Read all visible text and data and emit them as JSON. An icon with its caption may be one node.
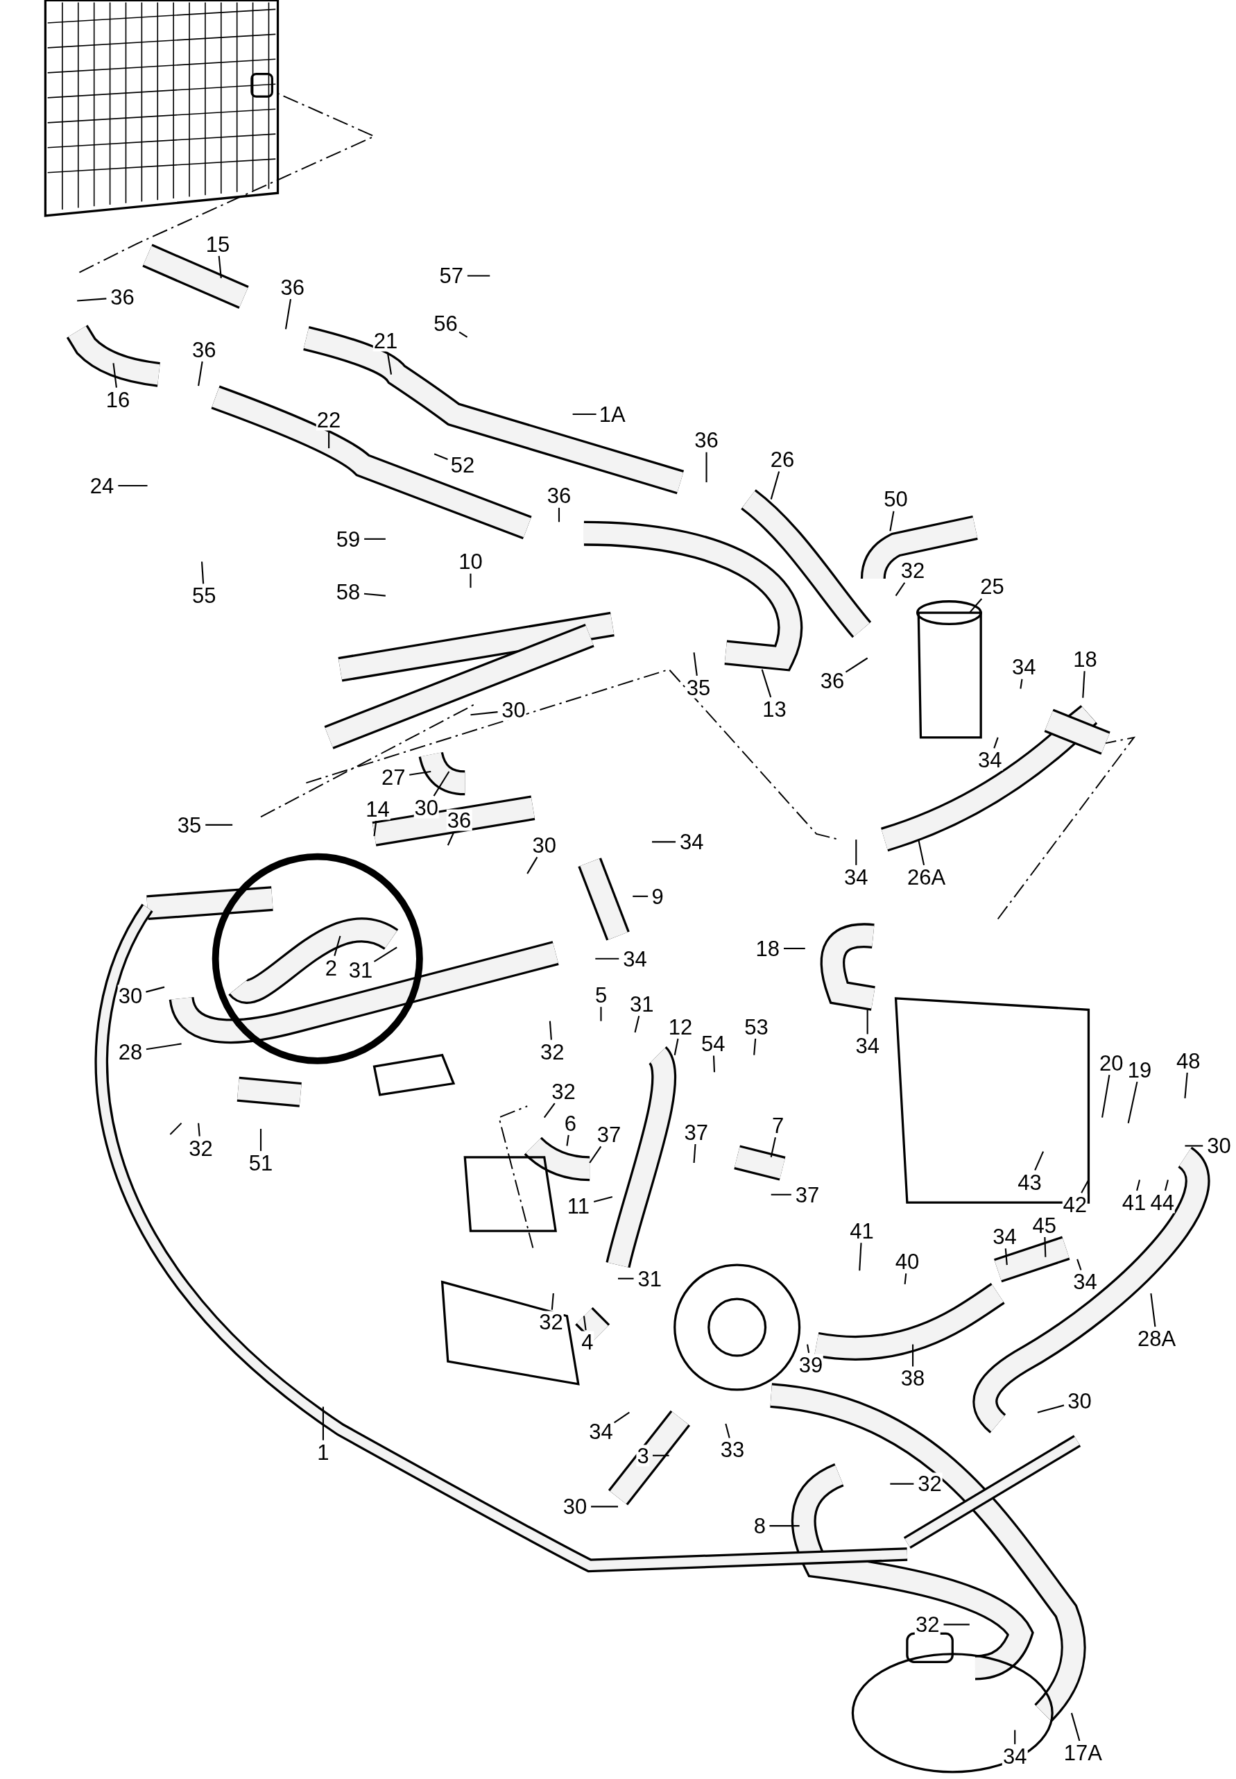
{
  "diagram": {
    "nodes": [
      {
        "text": [
          "15"
        ]
      },
      {
        "text": [
          "36"
        ]
      },
      {
        "text": [
          "36"
        ]
      },
      {
        "text": [
          "57"
        ]
      },
      {
        "text": [
          "21"
        ]
      },
      {
        "text": [
          "56"
        ]
      },
      {
        "text": [
          "36"
        ]
      },
      {
        "text": [
          "16"
        ]
      },
      {
        "text": [
          "1A"
        ]
      },
      {
        "text": [
          "22"
        ]
      },
      {
        "text": [
          "52"
        ]
      },
      {
        "text": [
          "36"
        ]
      },
      {
        "text": [
          "26"
        ]
      },
      {
        "text": [
          "24"
        ]
      },
      {
        "text": [
          "36"
        ]
      },
      {
        "text": [
          "50"
        ]
      },
      {
        "text": [
          "59"
        ]
      },
      {
        "text": [
          "10"
        ]
      },
      {
        "text": [
          "25"
        ]
      },
      {
        "text": [
          "32"
        ]
      },
      {
        "text": [
          "55"
        ]
      },
      {
        "text": [
          "58"
        ]
      },
      {
        "text": [
          "18"
        ]
      },
      {
        "text": [
          "34"
        ]
      },
      {
        "text": [
          "35"
        ]
      },
      {
        "text": [
          "36"
        ]
      },
      {
        "text": [
          "13"
        ]
      },
      {
        "text": [
          "30"
        ]
      },
      {
        "text": [
          "34"
        ]
      },
      {
        "text": [
          "27"
        ]
      },
      {
        "text": [
          "30"
        ]
      },
      {
        "text": [
          "35"
        ]
      },
      {
        "text": [
          "14"
        ]
      },
      {
        "text": [
          "36"
        ]
      },
      {
        "text": [
          "34"
        ]
      },
      {
        "text": [
          "34"
        ]
      },
      {
        "text": [
          "26A"
        ]
      },
      {
        "text": [
          "30"
        ]
      },
      {
        "text": [
          "9"
        ]
      },
      {
        "text": [
          "2"
        ]
      },
      {
        "text": [
          "31"
        ]
      },
      {
        "text": [
          "18"
        ]
      },
      {
        "text": [
          "34"
        ]
      },
      {
        "text": [
          "30"
        ]
      },
      {
        "text": [
          "5"
        ]
      },
      {
        "text": [
          "31"
        ]
      },
      {
        "text": [
          "12"
        ]
      },
      {
        "text": [
          "53"
        ]
      },
      {
        "text": [
          "28"
        ]
      },
      {
        "text": [
          "34"
        ]
      },
      {
        "text": [
          "32"
        ]
      },
      {
        "text": [
          "54"
        ]
      },
      {
        "text": [
          "20"
        ]
      },
      {
        "text": [
          "19"
        ]
      },
      {
        "text": [
          "48"
        ]
      },
      {
        "text": [
          "32"
        ]
      },
      {
        "text": [
          "6"
        ]
      },
      {
        "text": [
          "37"
        ]
      },
      {
        "text": [
          "37"
        ]
      },
      {
        "text": [
          "7"
        ]
      },
      {
        "text": [
          "30"
        ]
      },
      {
        "text": [
          "32"
        ]
      },
      {
        "text": [
          "51"
        ]
      },
      {
        "text": [
          "43"
        ]
      },
      {
        "text": [
          "42"
        ]
      },
      {
        "text": [
          "41"
        ]
      },
      {
        "text": [
          "44"
        ]
      },
      {
        "text": [
          "37"
        ]
      },
      {
        "text": [
          "11"
        ]
      },
      {
        "text": [
          "34"
        ]
      },
      {
        "text": [
          "45"
        ]
      },
      {
        "text": [
          "41"
        ]
      },
      {
        "text": [
          "40"
        ]
      },
      {
        "text": [
          "34"
        ]
      },
      {
        "text": [
          "31"
        ]
      },
      {
        "text": [
          "32"
        ]
      },
      {
        "text": [
          "4"
        ]
      },
      {
        "text": [
          "39"
        ]
      },
      {
        "text": [
          "38"
        ]
      },
      {
        "text": [
          "28A"
        ]
      },
      {
        "text": [
          "30"
        ]
      },
      {
        "text": [
          "34"
        ]
      },
      {
        "text": [
          "1"
        ]
      },
      {
        "text": [
          "33"
        ]
      },
      {
        "text": [
          "3"
        ]
      },
      {
        "text": [
          "32"
        ]
      },
      {
        "text": [
          "30"
        ]
      },
      {
        "text": [
          "8"
        ]
      },
      {
        "text": [
          "32"
        ]
      },
      {
        "text": [
          "17A"
        ]
      },
      {
        "text": [
          "34"
        ]
      }
    ],
    "edges": [
      {
        "from": 0,
        "to": null,
        "arrow": "none"
      },
      {
        "from": 1,
        "to": null,
        "arrow": "none"
      },
      {
        "from": 2,
        "to": null,
        "arrow": "none"
      },
      {
        "from": 3,
        "to": null,
        "arrow": "none"
      },
      {
        "from": 4,
        "to": null,
        "arrow": "none"
      },
      {
        "from": 5,
        "to": null,
        "arrow": "none"
      },
      {
        "from": 6,
        "to": null,
        "arrow": "none"
      },
      {
        "from": 7,
        "to": null,
        "arrow": "none"
      },
      {
        "from": 8,
        "to": null,
        "arrow": "none"
      },
      {
        "from": 9,
        "to": null,
        "arrow": "none"
      },
      {
        "from": 10,
        "to": null,
        "arrow": "none"
      },
      {
        "from": 11,
        "to": null,
        "arrow": "none"
      },
      {
        "from": 12,
        "to": null,
        "arrow": "none"
      },
      {
        "from": 13,
        "to": null,
        "arrow": "none"
      },
      {
        "from": 14,
        "to": null,
        "arrow": "none"
      },
      {
        "from": 15,
        "to": null,
        "arrow": "none"
      },
      {
        "from": 16,
        "to": null,
        "arrow": "none"
      },
      {
        "from": 17,
        "to": null,
        "arrow": "none"
      },
      {
        "from": 18,
        "to": null,
        "arrow": "none"
      },
      {
        "from": 19,
        "to": null,
        "arrow": "none"
      },
      {
        "from": 20,
        "to": null,
        "arrow": "none"
      },
      {
        "from": 21,
        "to": null,
        "arrow": "none"
      },
      {
        "from": 22,
        "to": null,
        "arrow": "none"
      },
      {
        "from": 23,
        "to": null,
        "arrow": "none"
      },
      {
        "from": 24,
        "to": null,
        "arrow": "none"
      },
      {
        "from": 25,
        "to": null,
        "arrow": "none"
      },
      {
        "from": 26,
        "to": null,
        "arrow": "none"
      },
      {
        "from": 27,
        "to": null,
        "arrow": "none"
      },
      {
        "from": 28,
        "to": null,
        "arrow": "none"
      },
      {
        "from": 29,
        "to": null,
        "arrow": "none"
      },
      {
        "from": 30,
        "to": null,
        "arrow": "none"
      },
      {
        "from": 31,
        "to": null,
        "arrow": "none"
      },
      {
        "from": 32,
        "to": null,
        "arrow": "none"
      },
      {
        "from": 33,
        "to": null,
        "arrow": "none"
      },
      {
        "from": 34,
        "to": null,
        "arrow": "none"
      },
      {
        "from": 35,
        "to": null,
        "arrow": "none"
      },
      {
        "from": 36,
        "to": null,
        "arrow": "none"
      },
      {
        "from": 37,
        "to": null,
        "arrow": "none"
      },
      {
        "from": 38,
        "to": null,
        "arrow": "none"
      },
      {
        "from": 39,
        "to": null,
        "arrow": "none"
      },
      {
        "from": 40,
        "to": null,
        "arrow": "none"
      },
      {
        "from": 41,
        "to": null,
        "arrow": "none"
      },
      {
        "from": 42,
        "to": null,
        "arrow": "none"
      },
      {
        "from": 43,
        "to": null,
        "arrow": "none"
      },
      {
        "from": 44,
        "to": null,
        "arrow": "none"
      },
      {
        "from": 45,
        "to": null,
        "arrow": "none"
      },
      {
        "from": 46,
        "to": null,
        "arrow": "none"
      },
      {
        "from": 47,
        "to": null,
        "arrow": "none"
      },
      {
        "from": 48,
        "to": null,
        "arrow": "none"
      },
      {
        "from": 49,
        "to": null,
        "arrow": "none"
      },
      {
        "from": 50,
        "to": null,
        "arrow": "none"
      },
      {
        "from": 51,
        "to": null,
        "arrow": "none"
      },
      {
        "from": 52,
        "to": null,
        "arrow": "none"
      },
      {
        "from": 53,
        "to": null,
        "arrow": "none"
      },
      {
        "from": 54,
        "to": null,
        "arrow": "none"
      },
      {
        "from": 55,
        "to": null,
        "arrow": "none"
      },
      {
        "from": 56,
        "to": null,
        "arrow": "none"
      },
      {
        "from": 57,
        "to": null,
        "arrow": "none"
      },
      {
        "from": 58,
        "to": null,
        "arrow": "none"
      },
      {
        "from": 59,
        "to": null,
        "arrow": "none"
      },
      {
        "from": 60,
        "to": null,
        "arrow": "none"
      },
      {
        "from": 61,
        "to": null,
        "arrow": "none"
      },
      {
        "from": 62,
        "to": null,
        "arrow": "none"
      },
      {
        "from": 63,
        "to": null,
        "arrow": "none"
      },
      {
        "from": 64,
        "to": null,
        "arrow": "none"
      },
      {
        "from": 65,
        "to": null,
        "arrow": "none"
      },
      {
        "from": 66,
        "to": null,
        "arrow": "none"
      },
      {
        "from": 67,
        "to": null,
        "arrow": "none"
      },
      {
        "from": 68,
        "to": null,
        "arrow": "none"
      },
      {
        "from": 69,
        "to": null,
        "arrow": "none"
      },
      {
        "from": 70,
        "to": null,
        "arrow": "none"
      },
      {
        "from": 71,
        "to": null,
        "arrow": "none"
      },
      {
        "from": 72,
        "to": null,
        "arrow": "none"
      },
      {
        "from": 73,
        "to": null,
        "arrow": "none"
      },
      {
        "from": 74,
        "to": null,
        "arrow": "none"
      },
      {
        "from": 75,
        "to": null,
        "arrow": "none"
      },
      {
        "from": 76,
        "to": null,
        "arrow": "none"
      },
      {
        "from": 77,
        "to": null,
        "arrow": "none"
      },
      {
        "from": 78,
        "to": null,
        "arrow": "none"
      },
      {
        "from": 79,
        "to": null,
        "arrow": "none"
      },
      {
        "from": 80,
        "to": null,
        "arrow": "none"
      },
      {
        "from": 81,
        "to": null,
        "arrow": "none"
      },
      {
        "from": 82,
        "to": null,
        "arrow": "none"
      },
      {
        "from": 83,
        "to": null,
        "arrow": "none"
      },
      {
        "from": 84,
        "to": null,
        "arrow": "none"
      },
      {
        "from": 85,
        "to": null,
        "arrow": "none"
      },
      {
        "from": 86,
        "to": null,
        "arrow": "none"
      },
      {
        "from": 87,
        "to": null,
        "arrow": "none"
      },
      {
        "from": 88,
        "to": null,
        "arrow": "none"
      },
      {
        "from": 89,
        "to": null,
        "arrow": "none"
      },
      {
        "from": 90,
        "to": null,
        "arrow": "none"
      }
    ]
  }
}
